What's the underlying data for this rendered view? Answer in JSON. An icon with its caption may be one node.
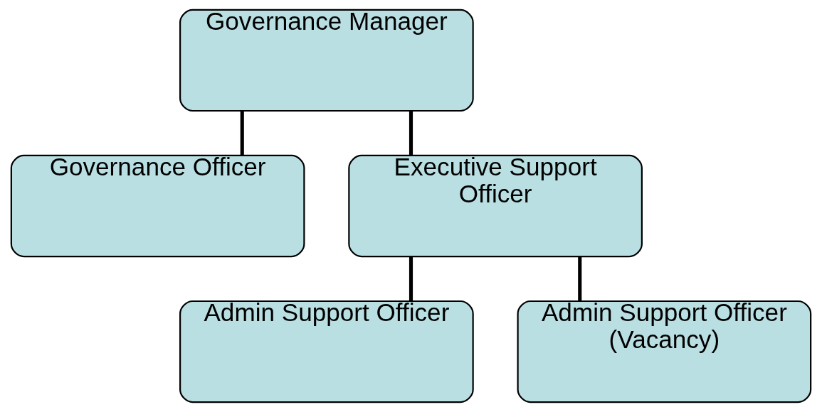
{
  "diagram": {
    "nodes": [
      {
        "text": [
          "Governance Manager"
        ]
      },
      {
        "text": [
          "Governance Officer"
        ]
      },
      {
        "text": [
          "Executive Support Officer"
        ]
      },
      {
        "text": [
          "Admin Support Officer"
        ]
      },
      {
        "text": [
          "Admin Support Officer (Vacancy)"
        ]
      }
    ],
    "edges": [
      {
        "from": 0,
        "to": 1,
        "arrow": "none"
      },
      {
        "from": 0,
        "to": 2,
        "arrow": "none"
      },
      {
        "from": 2,
        "to": 3,
        "arrow": "none"
      },
      {
        "from": 2,
        "to": 4,
        "arrow": "none"
      }
    ]
  }
}
